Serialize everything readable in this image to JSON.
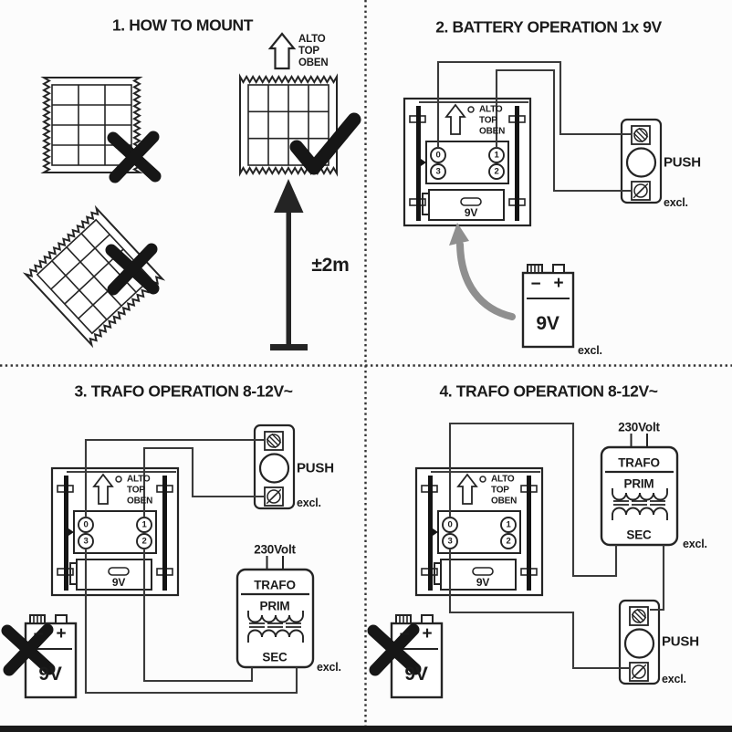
{
  "panels": {
    "q1": {
      "title": "1. HOW TO MOUNT",
      "orientation": {
        "alto": "ALTO",
        "top": "TOP",
        "oben": "OBEN"
      },
      "distance": "±2m"
    },
    "q2": {
      "title": "2. BATTERY OPERATION 1x 9V"
    },
    "q3": {
      "title": "3. TRAFO OPERATION 8-12V~"
    },
    "q4": {
      "title": "4. TRAFO OPERATION 8-12V~"
    }
  },
  "device": {
    "orientation": {
      "alto": "ALTO",
      "top": "TOP",
      "oben": "OBEN"
    },
    "terminals": [
      "0",
      "1",
      "3",
      "2"
    ],
    "battery_slot": "9V"
  },
  "push_button": {
    "label": "PUSH",
    "excluded": "excl."
  },
  "transformer": {
    "voltage": "230Volt",
    "name": "TRAFO",
    "primary": "PRIM",
    "secondary": "SEC",
    "excluded": "excl."
  },
  "battery": {
    "minus": "−",
    "plus": "+",
    "label": "9V",
    "excluded": "excl."
  },
  "colors": {
    "ink": "#242424",
    "wire": "#3a3a3a",
    "gray_arrow": "#8f8f8f",
    "bar": "#1a1a1a"
  }
}
